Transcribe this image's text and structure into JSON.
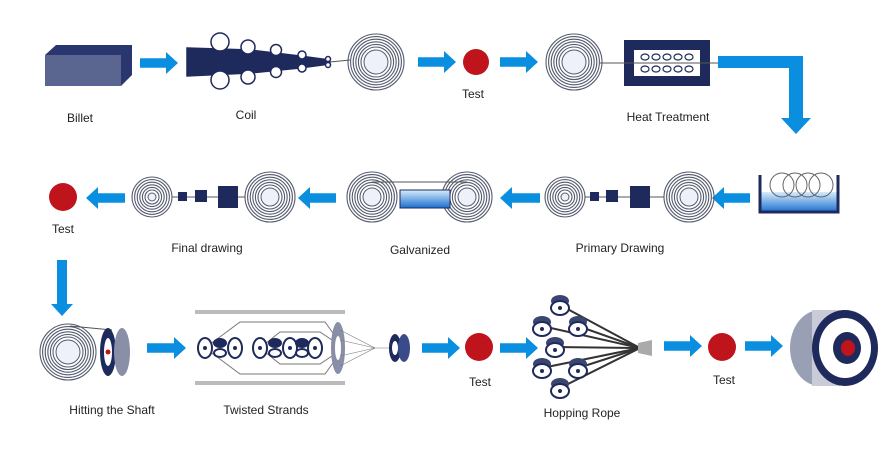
{
  "steps": {
    "billet": "Billet",
    "coil": "Coil",
    "test1": "Test",
    "heat_treatment": "Heat Treatment",
    "primary_drawing": "Primary Drawing",
    "galvanized": "Galvanized",
    "final_drawing": "Final drawing",
    "test2": "Test",
    "hitting_the_shaft": "Hitting the Shaft",
    "twisted_strands": "Twisted Strands",
    "test3": "Test",
    "hopping_rope": "Hopping Rope",
    "test4": "Test"
  },
  "colors": {
    "arrow": "#0a8fe0",
    "navy": "#1f2a5c",
    "test_red": "#c0141c",
    "coil_stroke": "#555b6e"
  }
}
